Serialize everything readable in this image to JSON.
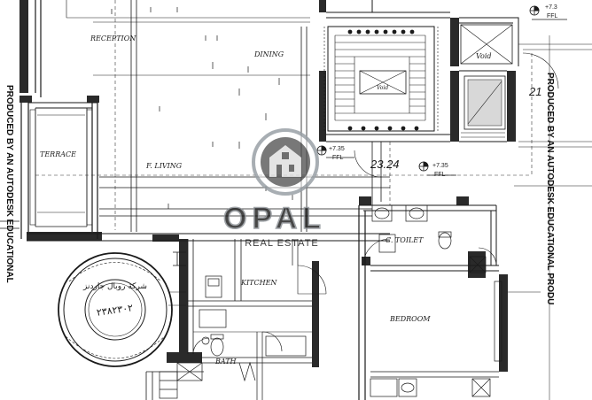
{
  "rooms": {
    "reception": "RECEPTION",
    "dining": "DINING",
    "terrace": "TERRACE",
    "living": "F. LIVING",
    "kitchen": "KITCHEN",
    "bath": "BATH",
    "toilet": "C. TOILET",
    "bedroom": "BEDROOM",
    "void_right": "Void",
    "void_stair": "Void"
  },
  "levels": {
    "top_right": "+7.3",
    "top_right_unit": "FFL",
    "mid": "+7.35",
    "mid_unit": "FFL",
    "right": "+7.35",
    "right_unit": "FFL"
  },
  "dimensions": {
    "main": "23.24",
    "right": "21"
  },
  "side_text": {
    "right": "PRODUCED BY AN AUTODESK EDUCATIONAL PRODU",
    "left": "PRODUCED BY AN AUTODESK EDUCATIONAL"
  },
  "watermark": {
    "brand": "OPAL",
    "tagline": "REAL ESTATE"
  },
  "stamp": {
    "line1": "شركة روبال جاردنز",
    "number": "٢٣٨٢٣٠٢"
  },
  "colors": {
    "ink": "#1a1a1a",
    "watermark": "#9aa0a6"
  }
}
